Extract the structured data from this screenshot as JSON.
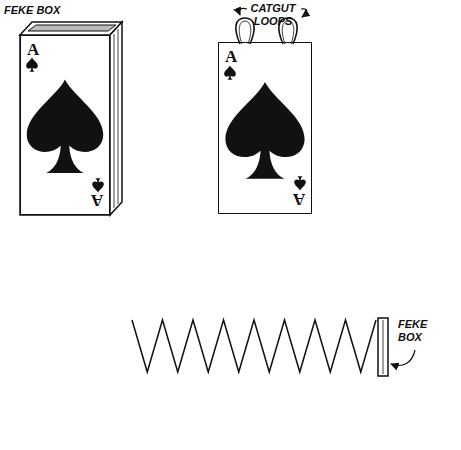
{
  "diagram": {
    "nodes": [
      {
        "text": [
          "A",
          "A"
        ]
      },
      {
        "text": [
          "A",
          "A"
        ]
      }
    ],
    "labels": [
      "FEKE BOX",
      "CATGUT LOOPS",
      "FEKE BOX"
    ]
  }
}
